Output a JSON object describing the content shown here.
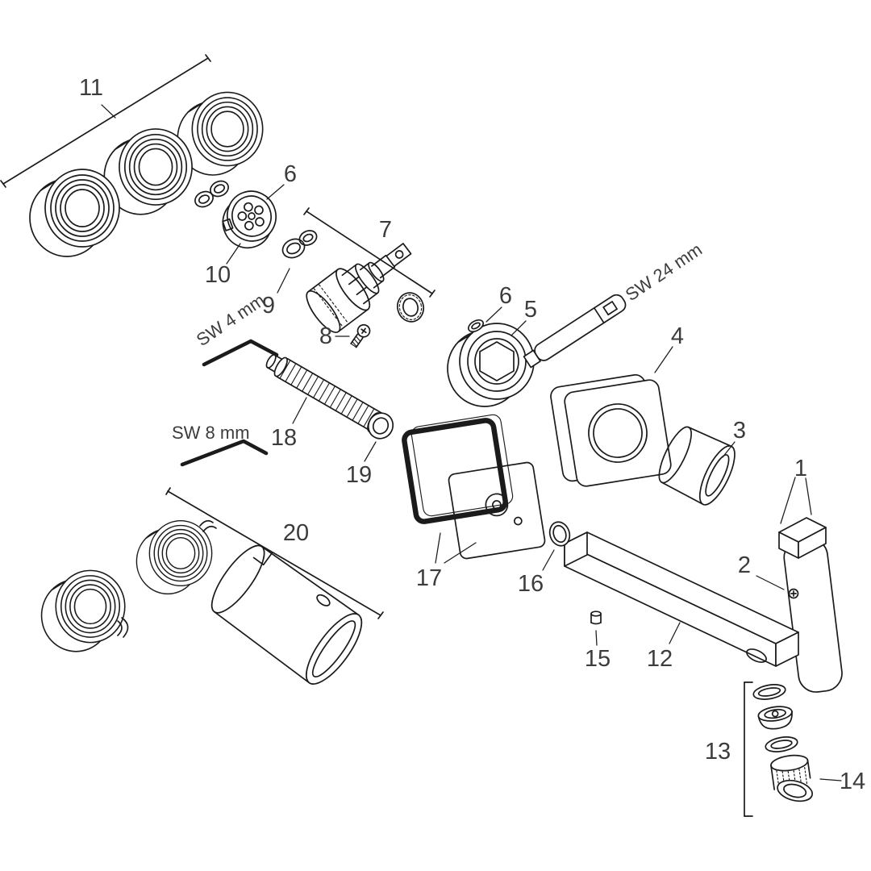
{
  "canvas": {
    "background": "#ffffff",
    "line_color": "#1b1b1b",
    "label_color": "#3c3c3c"
  },
  "callouts": {
    "c1": "1",
    "c2": "2",
    "c3": "3",
    "c4": "4",
    "c5": "5",
    "c6a": "6",
    "c6b": "6",
    "c7": "7",
    "c8": "8",
    "c9": "9",
    "c10": "10",
    "c11": "11",
    "c12": "12",
    "c13": "13",
    "c14": "14",
    "c15": "15",
    "c16": "16",
    "c17": "17",
    "c18": "18",
    "c19": "19",
    "c20": "20"
  },
  "tool_labels": {
    "sw4": "SW 4 mm",
    "sw8": "SW 8 mm",
    "sw24": "SW 24 mm"
  }
}
